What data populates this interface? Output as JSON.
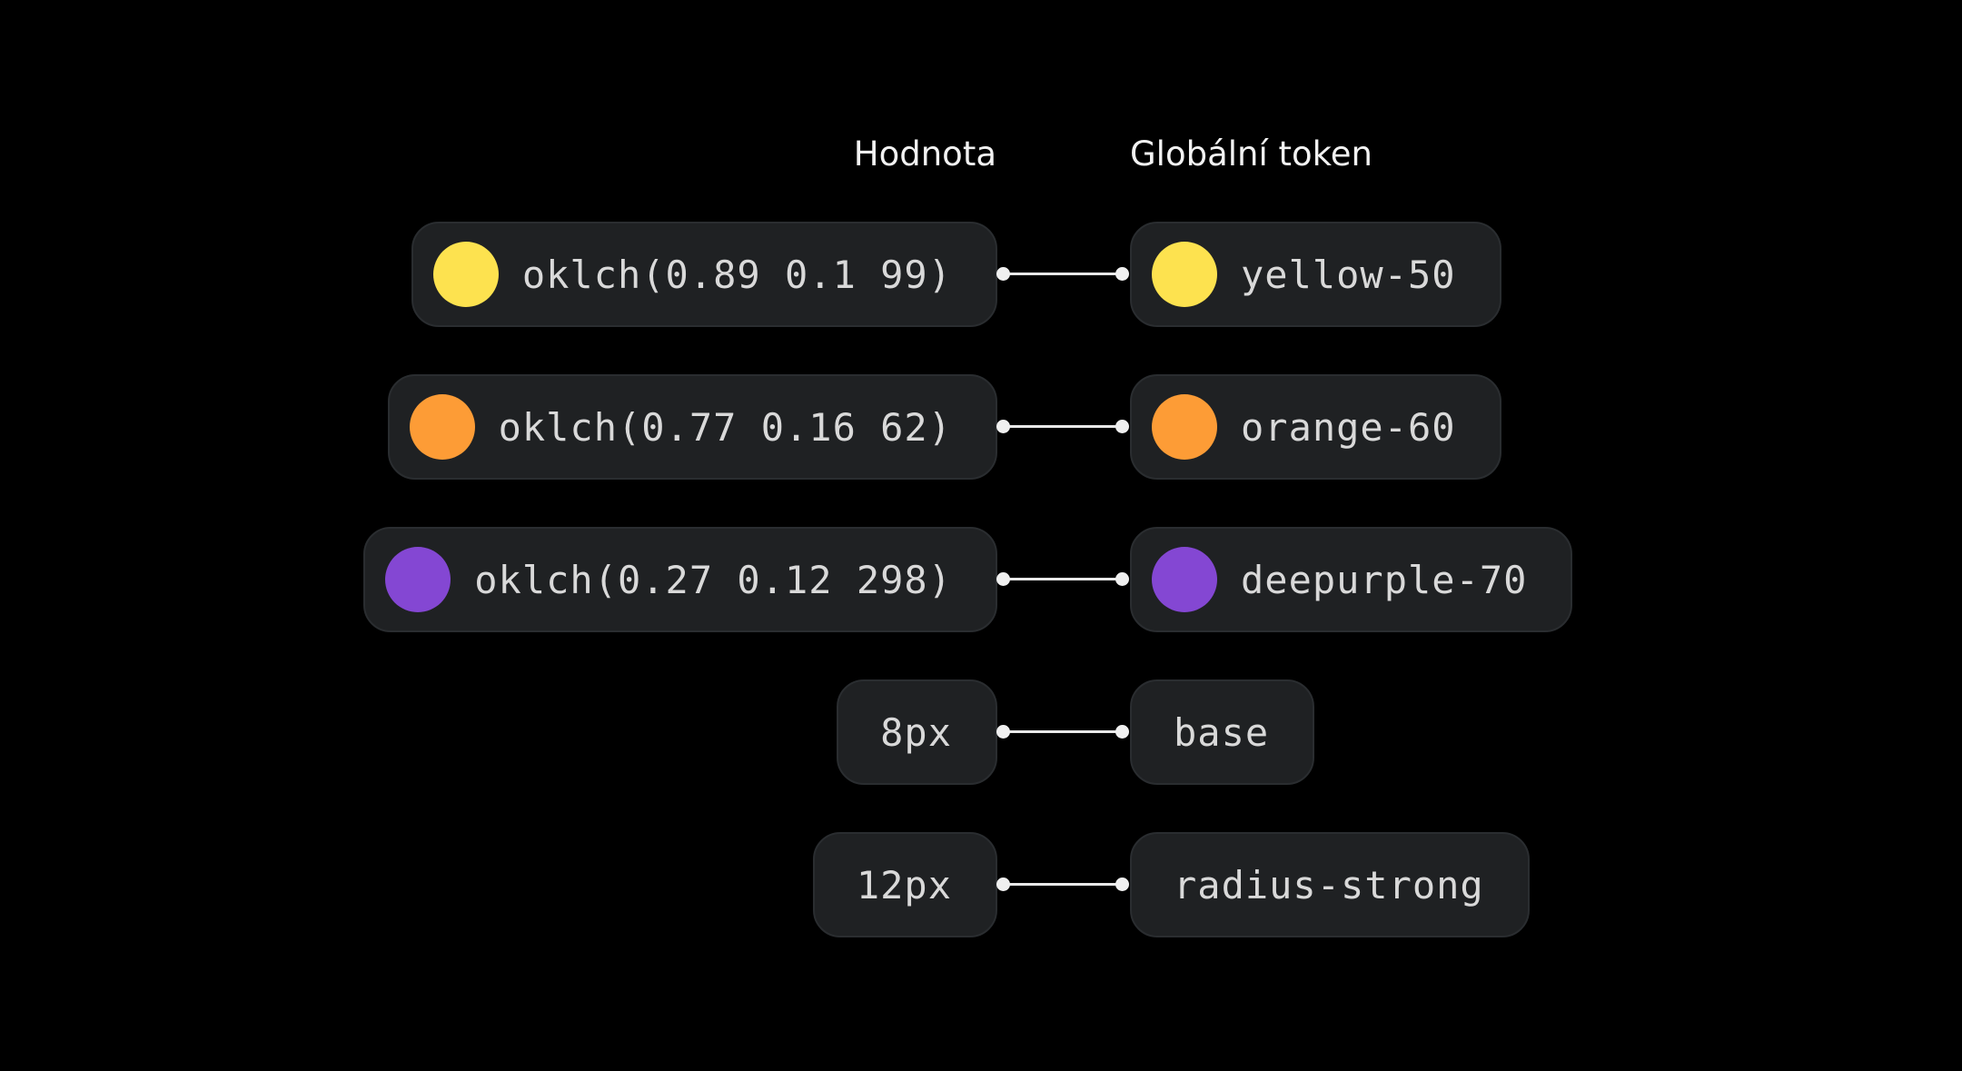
{
  "headers": {
    "value": "Hodnota",
    "token": "Globální token"
  },
  "rows": [
    {
      "value": "oklch(0.89 0.1 99)",
      "token": "yellow-50",
      "color": "#fde24f"
    },
    {
      "value": "oklch(0.77 0.16 62)",
      "token": "orange-60",
      "color": "#fd9c36"
    },
    {
      "value": "oklch(0.27 0.12 298)",
      "token": "deepurple-70",
      "color": "#8447d3"
    },
    {
      "value": "8px",
      "token": "base",
      "color": null
    },
    {
      "value": "12px",
      "token": "radius-strong",
      "color": null
    }
  ]
}
